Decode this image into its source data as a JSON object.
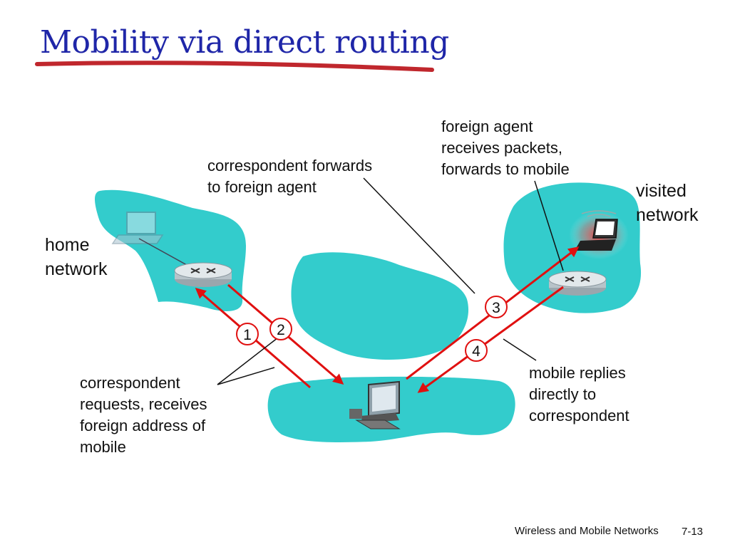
{
  "title": "Mobility via direct routing",
  "labels": {
    "home_network": [
      "home",
      "network"
    ],
    "visited_network": [
      "visited",
      "network"
    ],
    "correspondent_forwards": [
      "correspondent forwards",
      "to foreign agent"
    ],
    "foreign_agent_receives": [
      "foreign agent",
      "receives packets,",
      "forwards to mobile"
    ],
    "correspondent_requests": [
      "correspondent",
      "requests, receives",
      "foreign address of",
      "mobile"
    ],
    "mobile_replies": [
      "mobile replies",
      "directly to",
      "correspondent"
    ]
  },
  "steps": [
    "1",
    "2",
    "3",
    "4"
  ],
  "footer": {
    "course": "Wireless and Mobile Networks",
    "page": "7-13"
  },
  "colors": {
    "title": "#1f26a8",
    "underline": "#c0272d",
    "cloud": "#33cccc",
    "arrow": "#e01010",
    "step_circle": "#e01010"
  },
  "icons": [
    "laptop-icon",
    "router-icon",
    "desktop-computer-icon",
    "wifi-laptop-icon"
  ]
}
